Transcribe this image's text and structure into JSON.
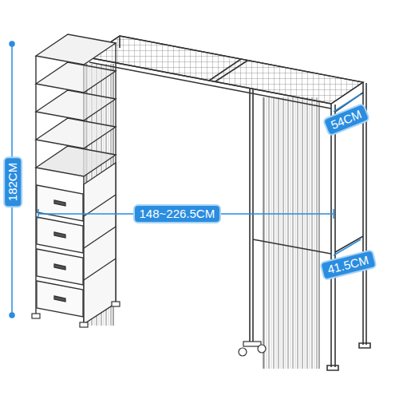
{
  "diagram": {
    "labels": [
      "182CM",
      "148~226.5CM",
      "54CM",
      "41.5CM"
    ]
  }
}
